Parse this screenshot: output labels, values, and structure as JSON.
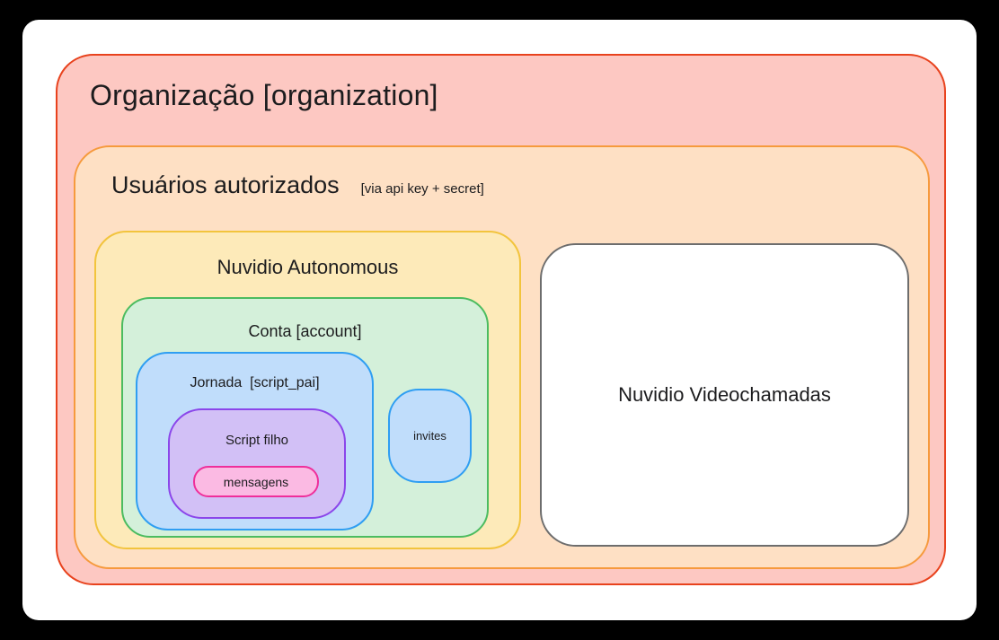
{
  "diagram": {
    "organization": {
      "label": "Organização [organization]"
    },
    "authorized_users": {
      "label": "Usuários autorizados",
      "note": "[via api key + secret]"
    },
    "nuvidio_autonomous": {
      "label": "Nuvidio Autonomous"
    },
    "nuvidio_videochamadas": {
      "label": "Nuvidio Videochamadas"
    },
    "conta": {
      "label": "Conta [account]"
    },
    "jornada": {
      "label": "Jornada  [script_pai]"
    },
    "script_filho": {
      "label": "Script filho"
    },
    "mensagens": {
      "label": "mensagens"
    },
    "invites": {
      "label": "invites"
    }
  },
  "colors": {
    "canvas_bg": "#000000",
    "card_bg": "#ffffff",
    "text": "#1c1c1e",
    "org_fill": "#fdc8c2",
    "org_border": "#e8421d",
    "auth_fill": "#fee0c4",
    "auth_border": "#f69a3d",
    "autonomous_fill": "#fdeab9",
    "autonomous_border": "#f2c43d",
    "conta_fill": "#d4f0da",
    "conta_border": "#4cbc60",
    "jornada_fill": "#c0ddfb",
    "jornada_border": "#2f9ef2",
    "invites_fill": "#c0ddfb",
    "invites_border": "#2f9ef2",
    "script_fill": "#d2c0f6",
    "script_border": "#8b46ea",
    "mensagens_fill": "#fbbae3",
    "mensagens_border": "#ef2f9b",
    "video_fill": "#ffffff",
    "video_border": "#6d6d6d"
  }
}
